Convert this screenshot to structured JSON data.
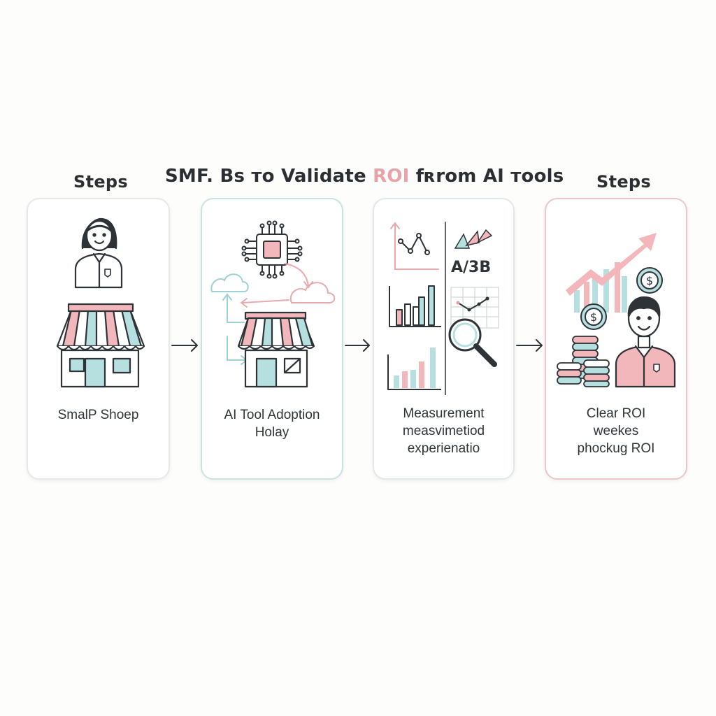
{
  "header": {
    "steps_left": "Steps",
    "steps_right": "Steps",
    "title_before": "SMF. Bs тo Validate ",
    "title_accent": "ROI",
    "title_after": " fʀrom AI тools"
  },
  "cards": [
    {
      "lines": [
        "SmalP Shoep"
      ]
    },
    {
      "lines": [
        "AI Tool Adoption",
        "Holay"
      ]
    },
    {
      "lines": [
        "Measurement",
        "measvimetiod",
        "experienatio"
      ],
      "ab_label": "A/3B"
    },
    {
      "lines": [
        "Clear ROI",
        "weekes",
        "phockug ROI"
      ]
    }
  ],
  "colors": {
    "pink": "#f1b7ba",
    "teal": "#b6dfdf",
    "outline": "#2e3338"
  }
}
